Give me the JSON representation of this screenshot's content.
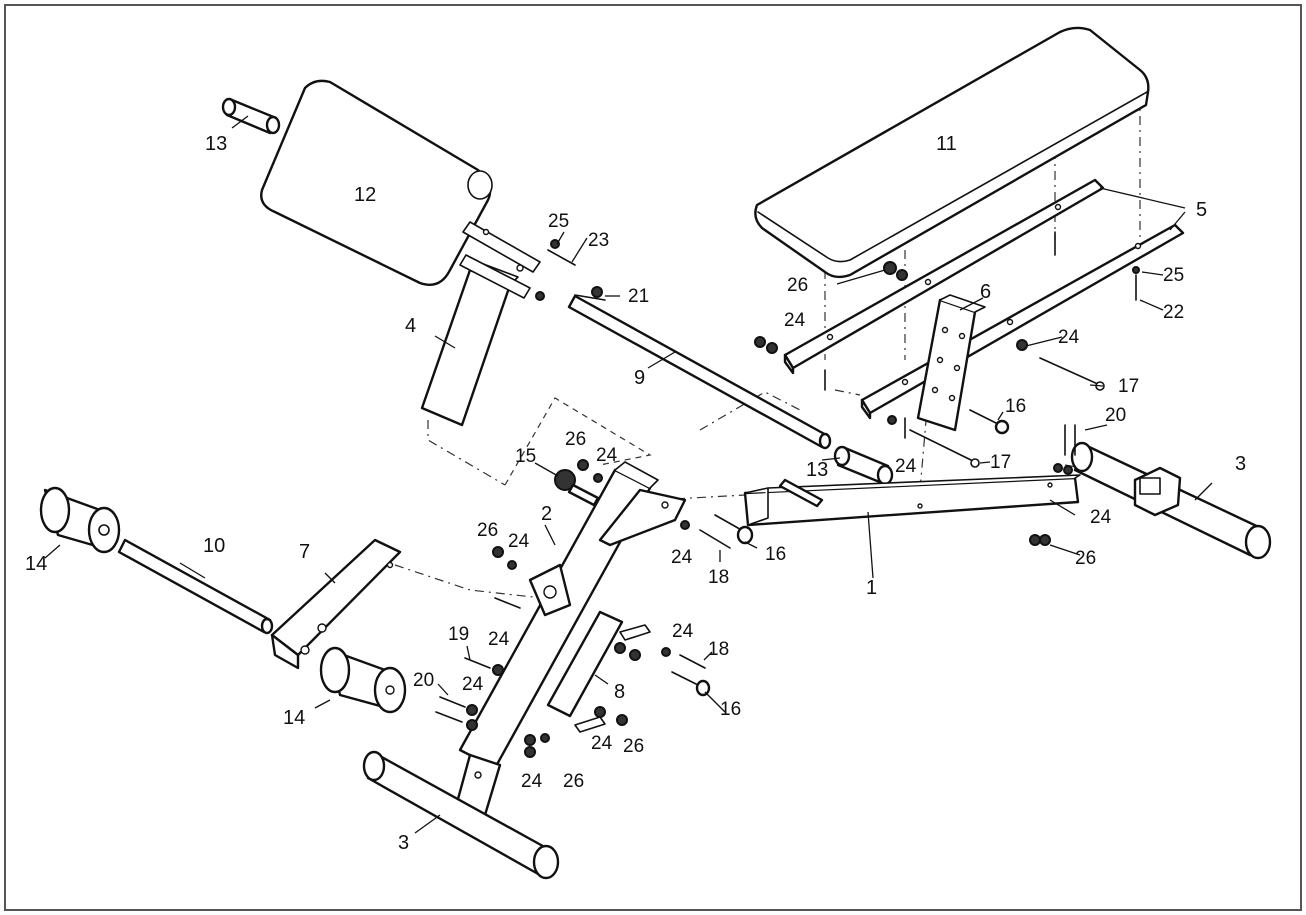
{
  "labels": {
    "l1": "1",
    "l2": "2",
    "l3a": "3",
    "l3b": "3",
    "l4": "4",
    "l5": "5",
    "l6": "6",
    "l7": "7",
    "l8": "8",
    "l9": "9",
    "l10": "10",
    "l11": "11",
    "l12": "12",
    "l13a": "13",
    "l13b": "13",
    "l14a": "14",
    "l14b": "14",
    "l15": "15",
    "l16a": "16",
    "l16b": "16",
    "l16c": "16",
    "l17a": "17",
    "l17b": "17",
    "l18a": "18",
    "l18b": "18",
    "l19": "19",
    "l20a": "20",
    "l20b": "20",
    "l21": "21",
    "l22": "22",
    "l23": "23",
    "l24a": "24",
    "l24b": "24",
    "l24c": "24",
    "l24d": "24",
    "l24e": "24",
    "l24f": "24",
    "l24g": "24",
    "l24h": "24",
    "l24i": "24",
    "l24j": "24",
    "l24k": "24",
    "l24l": "24",
    "l25a": "25",
    "l25b": "25",
    "l26a": "26",
    "l26b": "26",
    "l26c": "26",
    "l26d": "26",
    "l26e": "26",
    "l26f": "26"
  }
}
